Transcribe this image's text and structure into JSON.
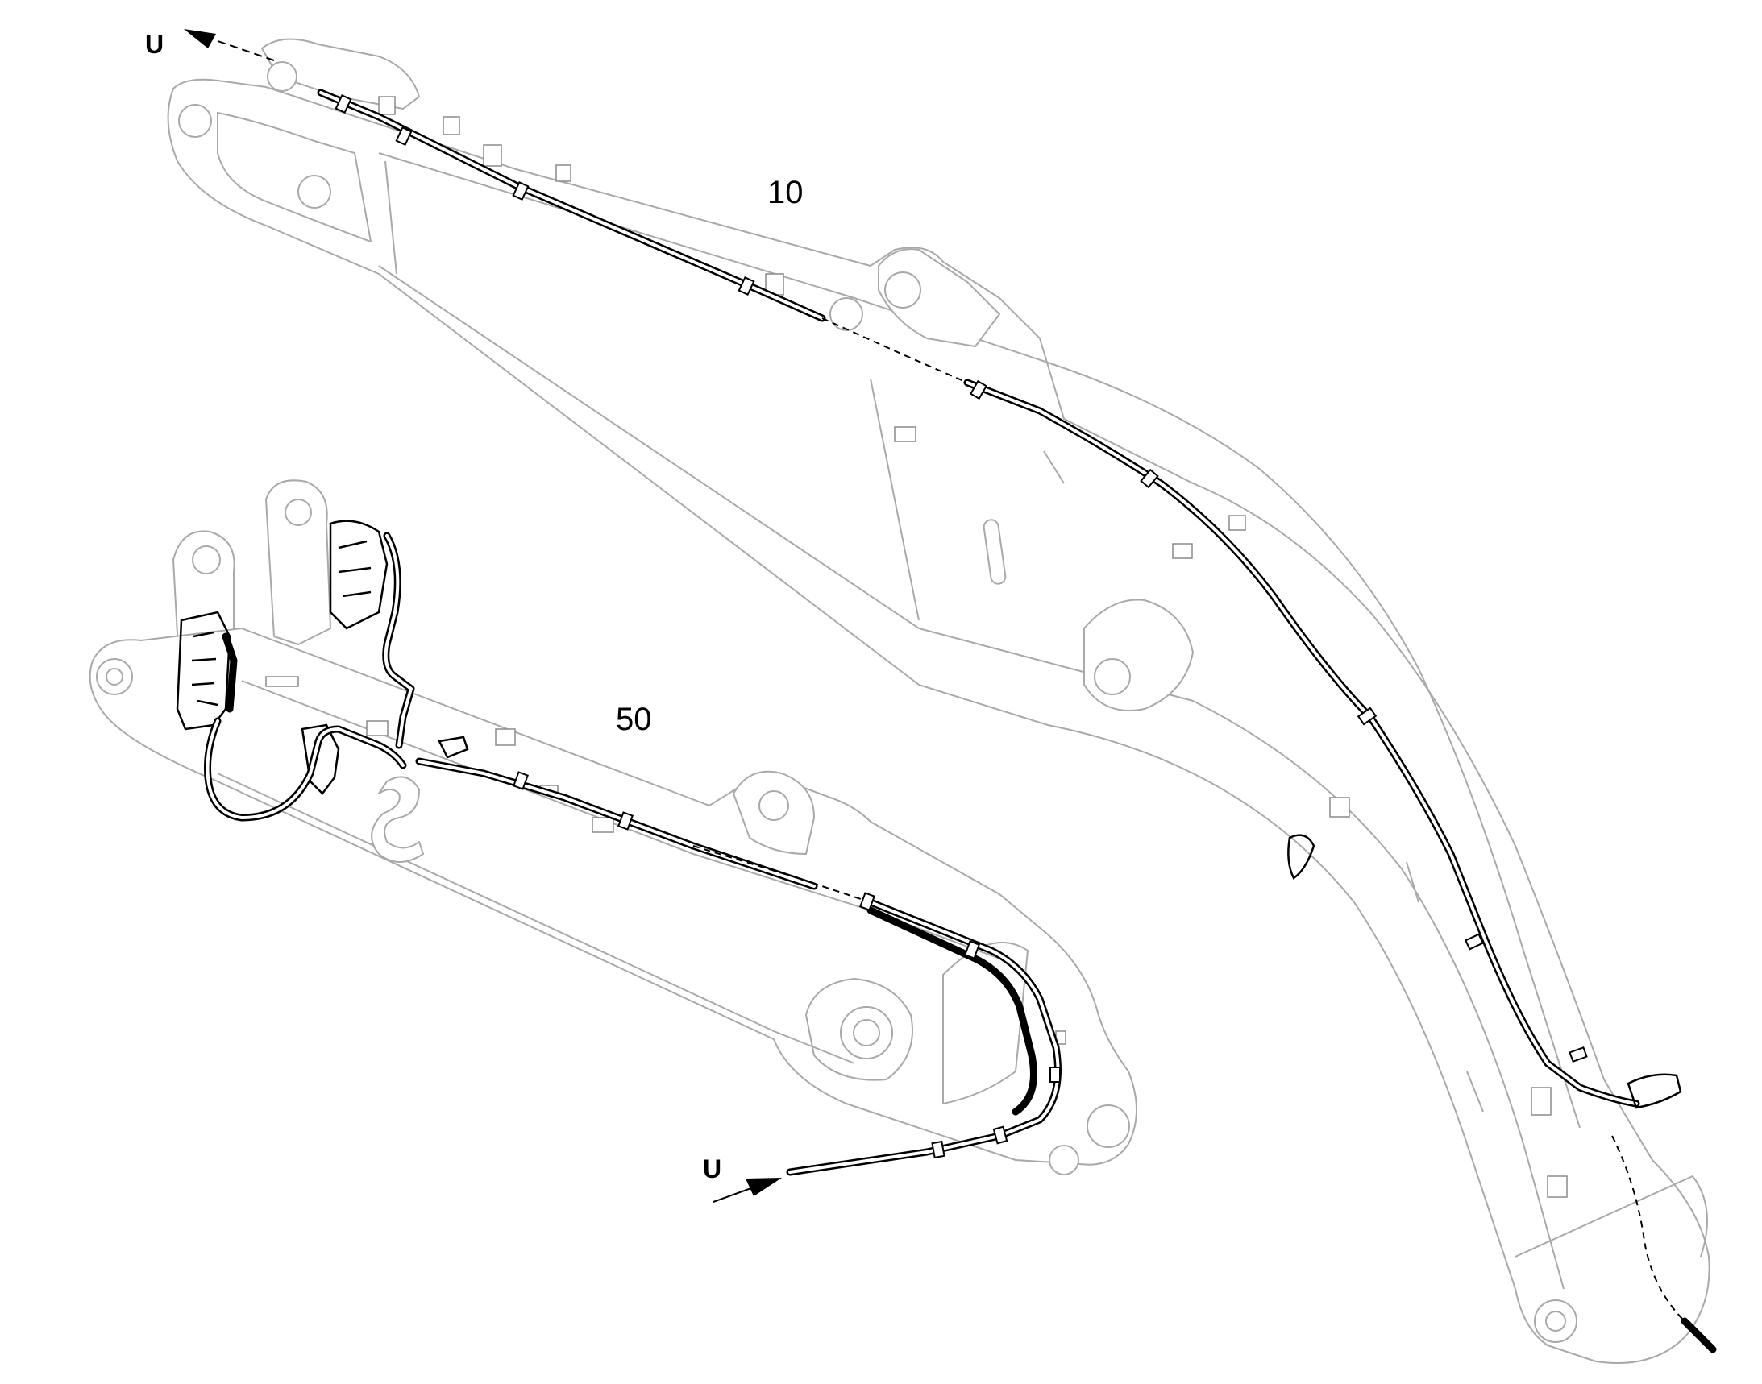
{
  "figure": {
    "callouts": [
      {
        "id": "boom",
        "label": "10"
      },
      {
        "id": "arm",
        "label": "50"
      }
    ],
    "direction_arrows": [
      {
        "id": "boom-end",
        "label": "U"
      },
      {
        "id": "arm-end",
        "label": "U"
      }
    ]
  }
}
